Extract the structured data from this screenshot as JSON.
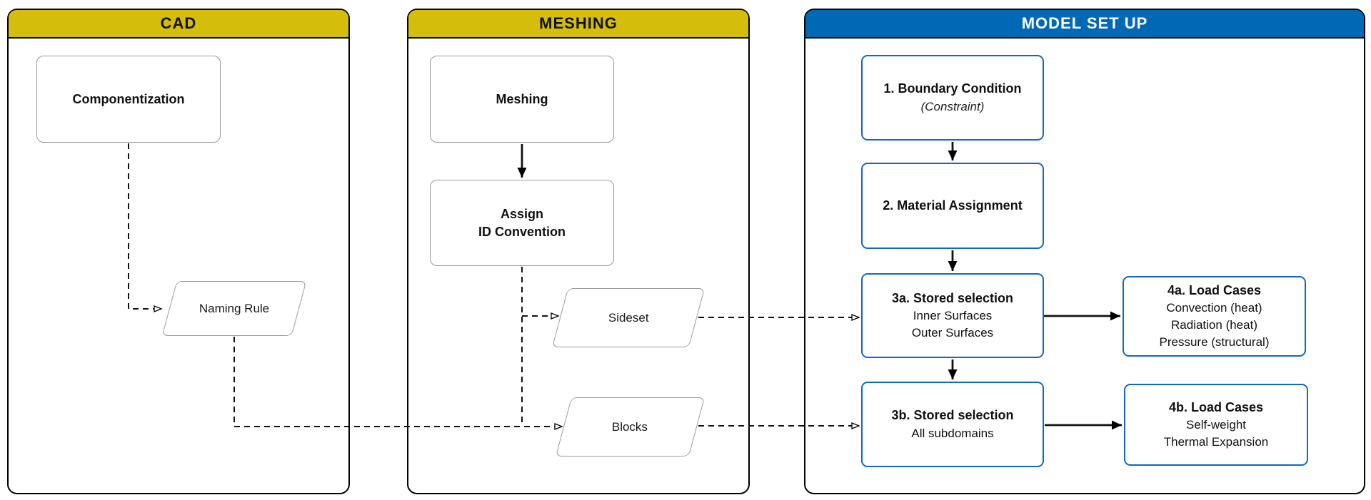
{
  "diagram": {
    "panels": [
      {
        "id": "cad",
        "title": "CAD"
      },
      {
        "id": "meshing",
        "title": "MESHING"
      },
      {
        "id": "model",
        "title": "MODEL SET UP"
      }
    ]
  },
  "nodes": {
    "componentization": {
      "label": "Componentization"
    },
    "naming_rule": {
      "label": "Naming Rule"
    },
    "meshing": {
      "label": "Meshing"
    },
    "assign_id": {
      "line1": "Assign",
      "line2": "ID Convention"
    },
    "sideset": {
      "label": "Sideset"
    },
    "blocks": {
      "label": "Blocks"
    },
    "boundary_condition": {
      "title": "1. Boundary Condition",
      "subtitle": "(Constraint)"
    },
    "material_assignment": {
      "title": "2. Material Assignment"
    },
    "stored_selection_3a": {
      "title": "3a. Stored selection",
      "lines": [
        "Inner Surfaces",
        "Outer Surfaces"
      ]
    },
    "stored_selection_3b": {
      "title": "3b. Stored selection",
      "lines": [
        "All subdomains"
      ]
    },
    "load_cases_4a": {
      "title": "4a. Load Cases",
      "lines": [
        "Convection (heat)",
        "Radiation (heat)",
        "Pressure (structural)"
      ]
    },
    "load_cases_4b": {
      "title": "4b. Load Cases",
      "lines": [
        "Self-weight",
        "Thermal Expansion"
      ]
    }
  },
  "colors": {
    "header_yellow": "#D5BD0B",
    "header_blue": "#0069B5",
    "model_box_border": "#1268BE",
    "neutral_box_border": "#9A9A9A",
    "panel_border": "#000000",
    "wire": "#111111"
  }
}
